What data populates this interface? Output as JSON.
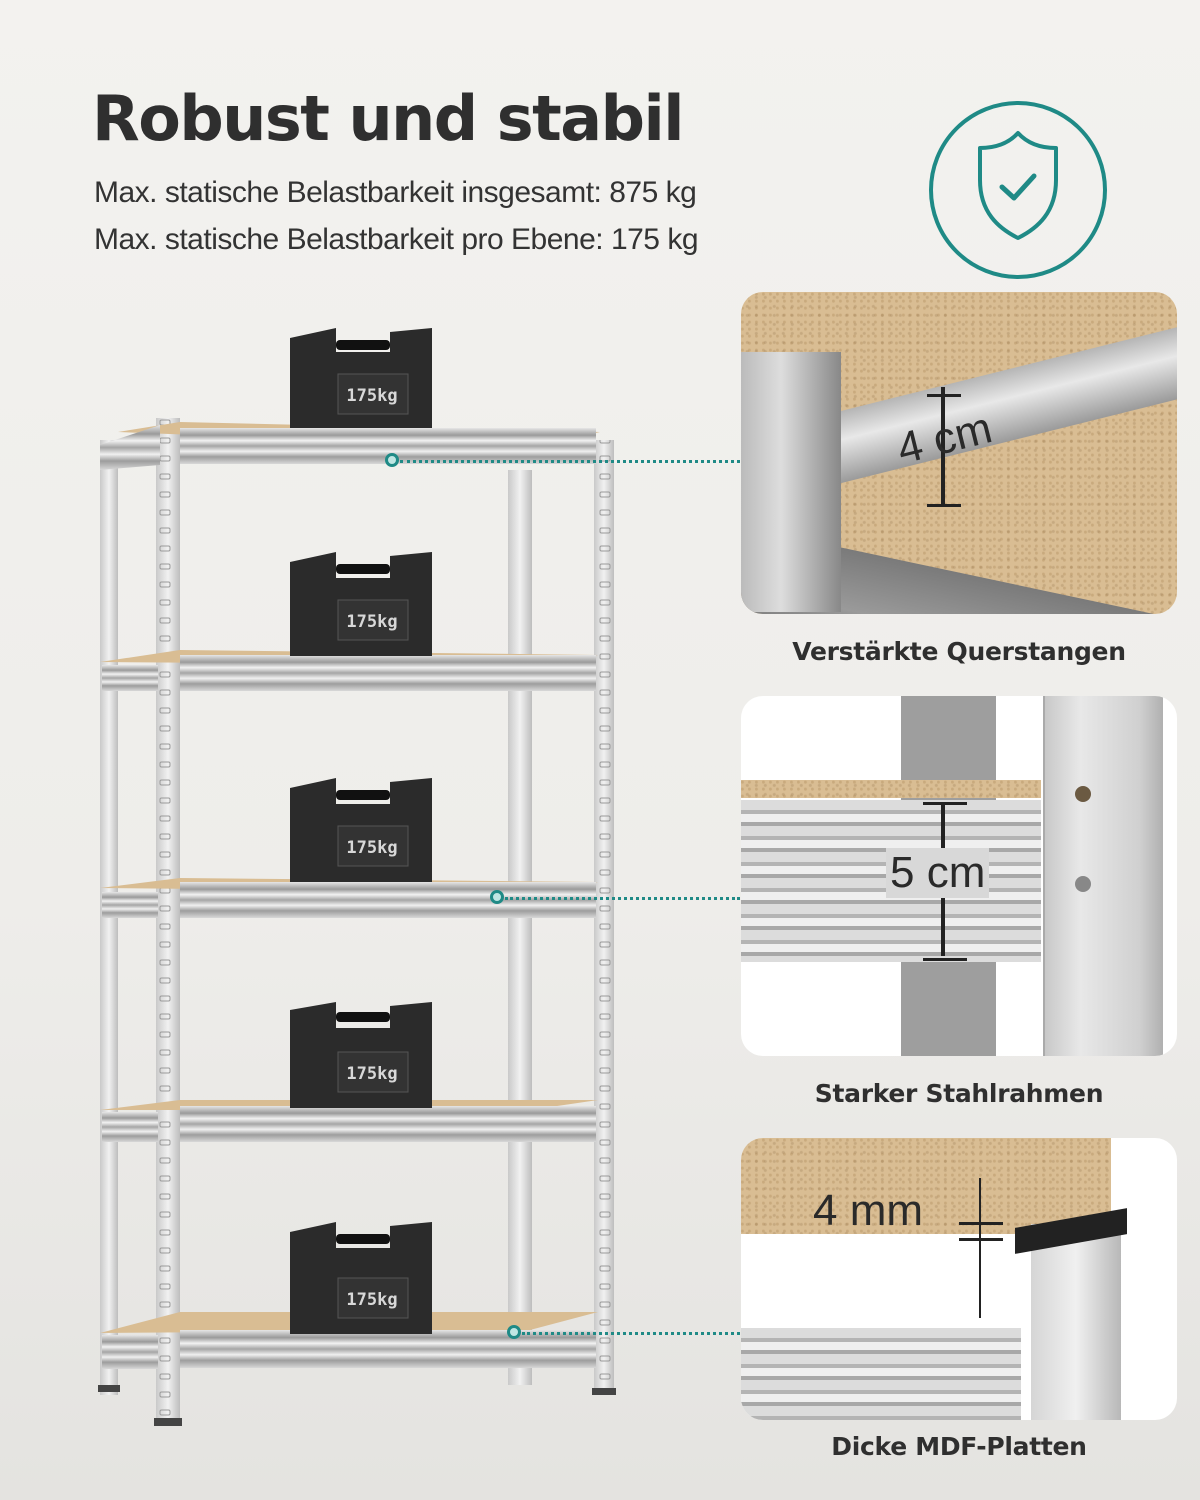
{
  "header": {
    "title": "Robust und stabil",
    "lines": [
      "Max. statische Belastbarkeit insgesamt: 875 kg",
      "Max. statische Belastbarkeit pro Ebene: 175 kg"
    ],
    "badge_icon": "shield-check-icon",
    "accent_color": "#1f8a86"
  },
  "shelf_unit": {
    "levels": 5,
    "weights": [
      {
        "label": "175kg"
      },
      {
        "label": "175kg"
      },
      {
        "label": "175kg"
      },
      {
        "label": "175kg"
      },
      {
        "label": "175kg"
      }
    ]
  },
  "details": [
    {
      "measurement": "4 cm",
      "caption": "Verstärkte Querstangen"
    },
    {
      "measurement": "5 cm",
      "caption": "Starker Stahlrahmen"
    },
    {
      "measurement": "4 mm",
      "caption": "Dicke MDF-Platten"
    }
  ]
}
